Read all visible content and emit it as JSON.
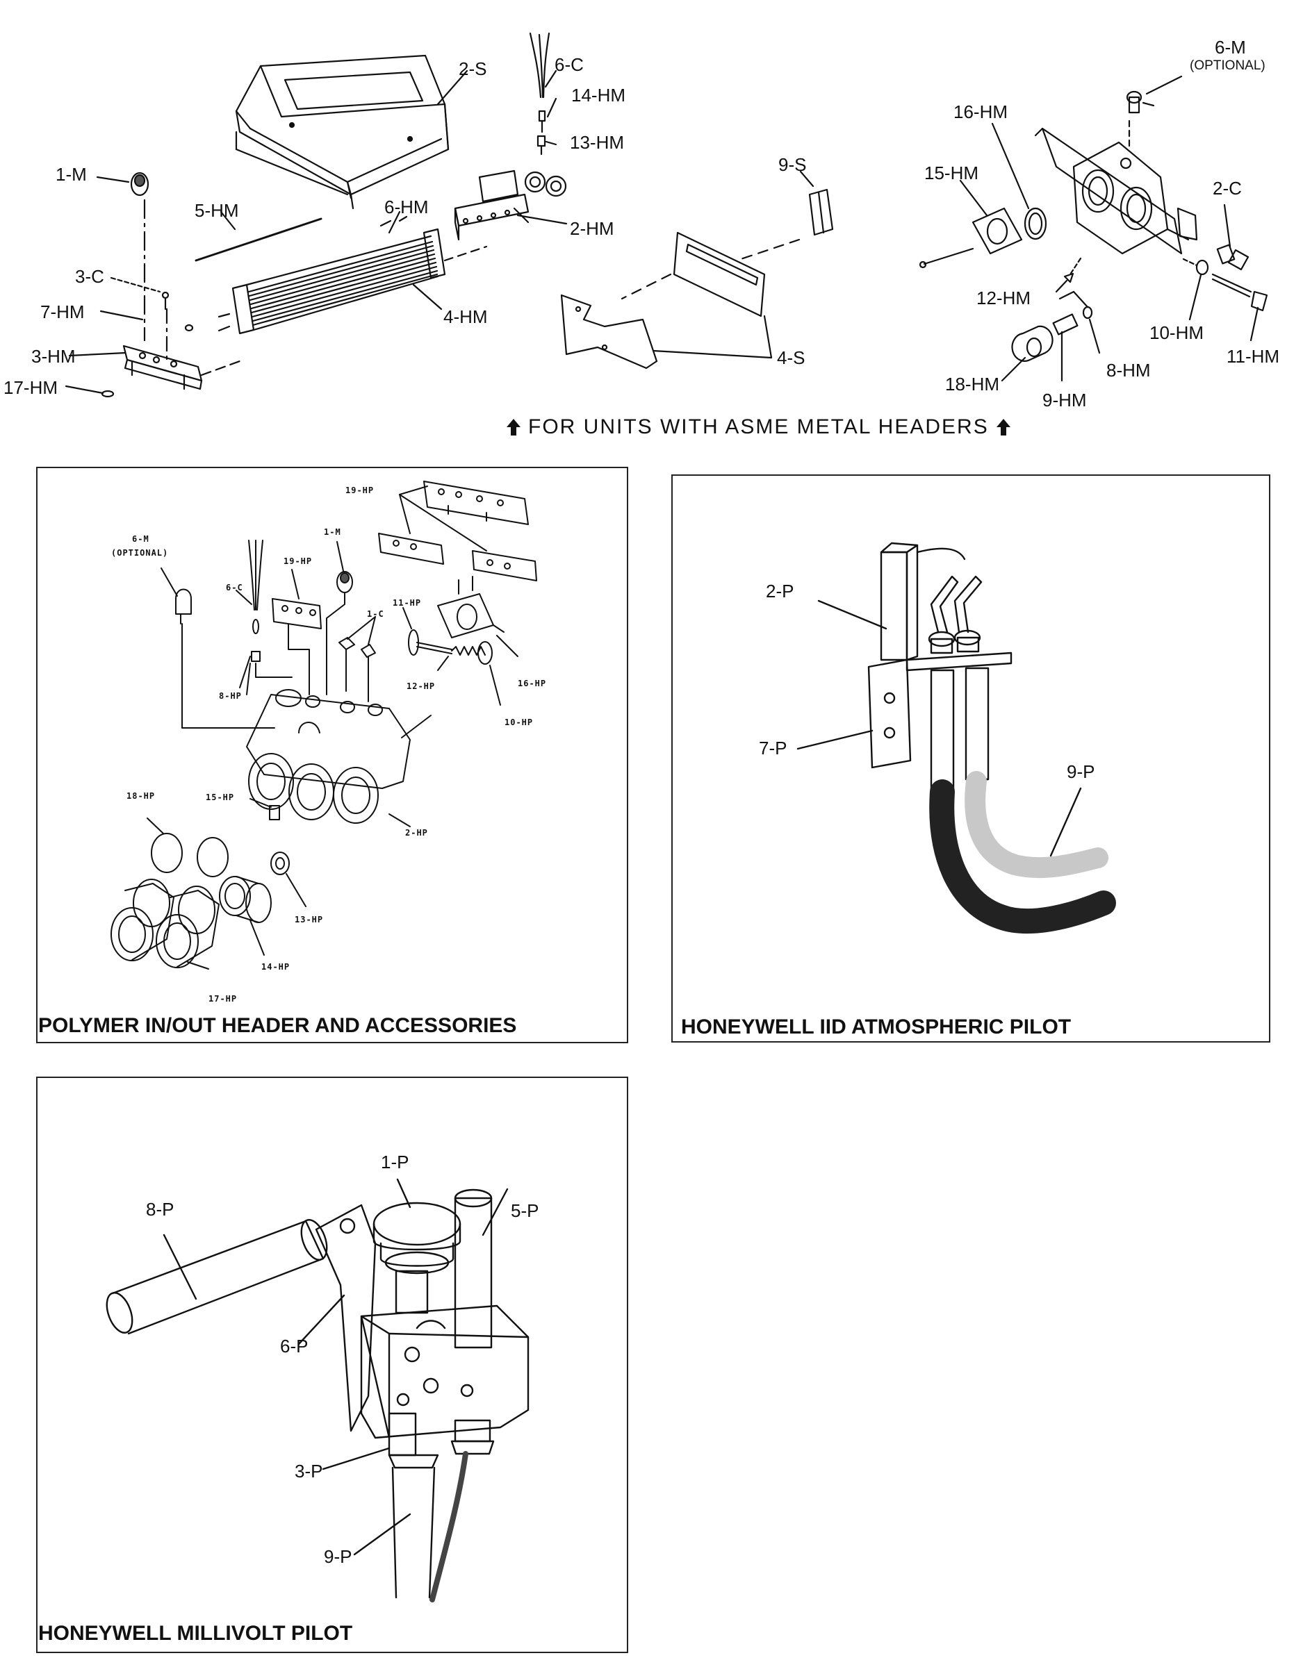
{
  "top_section": {
    "banner": "FOR UNITS WITH ASME METAL HEADERS",
    "arrow_icon": "up-arrow-icon",
    "labels": {
      "l_2S": "2-S",
      "l_6C": "6-C",
      "l_14HM": "14-HM",
      "l_13HM": "13-HM",
      "l_1M": "1-M",
      "l_5HM": "5-HM",
      "l_6HM": "6-HM",
      "l_2HM": "2-HM",
      "l_3C": "3-C",
      "l_7HM": "7-HM",
      "l_4HM": "4-HM",
      "l_3HM": "3-HM",
      "l_17HM": "17-HM",
      "l_9S": "9-S",
      "l_4S": "4-S",
      "l_6M": "6-M",
      "l_6M_note": "(OPTIONAL)",
      "l_16HM": "16-HM",
      "l_15HM": "15-HM",
      "l_2C": "2-C",
      "l_12HM": "12-HM",
      "l_10HM": "10-HM",
      "l_11HM": "11-HM",
      "l_8HM": "8-HM",
      "l_18HM": "18-HM",
      "l_9HM": "9-HM"
    }
  },
  "polymer_panel": {
    "title": "POLYMER IN/OUT HEADER AND ACCESSORIES",
    "labels": {
      "p_19HP_top": "19-HP",
      "p_6M": "6-M",
      "p_6M_note": "(OPTIONAL)",
      "p_1M": "1-M",
      "p_6C": "6-C",
      "p_19HP": "19-HP",
      "p_11HP": "11-HP",
      "p_1C": "1-C",
      "p_8HP": "8-HP",
      "p_12HP": "12-HP",
      "p_16HP": "16-HP",
      "p_10HP": "10-HP",
      "p_18HP": "18-HP",
      "p_15HP": "15-HP",
      "p_2HP": "2-HP",
      "p_13HP": "13-HP",
      "p_14HP": "14-HP",
      "p_17HP": "17-HP"
    }
  },
  "iid_panel": {
    "title": "HONEYWELL IID ATMOSPHERIC PILOT",
    "labels": {
      "i_2P": "2-P",
      "i_7P": "7-P",
      "i_9P": "9-P"
    }
  },
  "millivolt_panel": {
    "title": "HONEYWELL MILLIVOLT PILOT",
    "labels": {
      "m_1P": "1-P",
      "m_8P": "8-P",
      "m_5P": "5-P",
      "m_6P": "6-P",
      "m_3P": "3-P",
      "m_9P": "9-P"
    }
  }
}
